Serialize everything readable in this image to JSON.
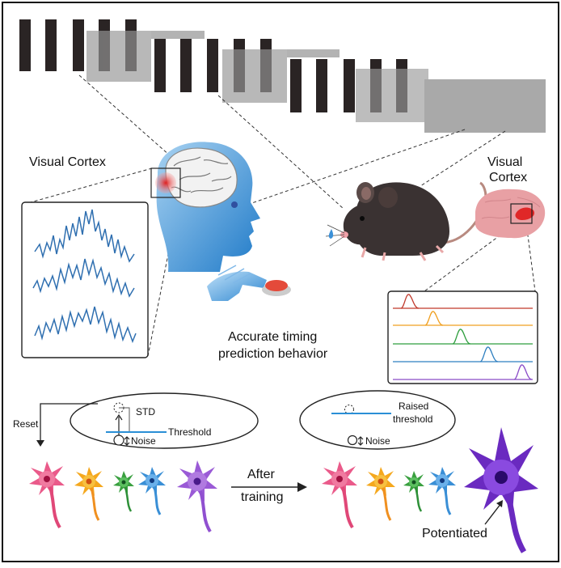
{
  "labels": {
    "visual_cortex_human": "Visual Cortex",
    "visual_cortex_mouse_line1": "Visual",
    "visual_cortex_mouse_line2": "Cortex",
    "behavior_line1": "Accurate timing",
    "behavior_line2": "prediction behavior",
    "reset": "Reset",
    "std": "STD",
    "threshold": "Threshold",
    "noise_before": "Noise",
    "raised_threshold_line1": "Raised",
    "raised_threshold_line2": "threshold",
    "noise_after": "Noise",
    "after_training_line1": "After",
    "after_training_line2": "training",
    "potentiated": "Potentiated"
  },
  "colors": {
    "bar": "#2a2424",
    "gray_panel": "#aaaaaa",
    "trace_blue": "#2f6fb0",
    "threshold_line": "#2a8fd6",
    "raster_red": "#c0392b",
    "raster_orange": "#f0a020",
    "raster_green": "#2e9e3e",
    "raster_blue": "#2e7fc0",
    "raster_purple": "#8a4cc8"
  },
  "neurons_before": [
    "pink-neuron",
    "orange-neuron",
    "green-neuron",
    "blue-neuron",
    "purple-neuron"
  ],
  "neurons_after": [
    "pink-neuron",
    "orange-neuron",
    "green-neuron",
    "blue-neuron",
    "large-purple-neuron"
  ]
}
